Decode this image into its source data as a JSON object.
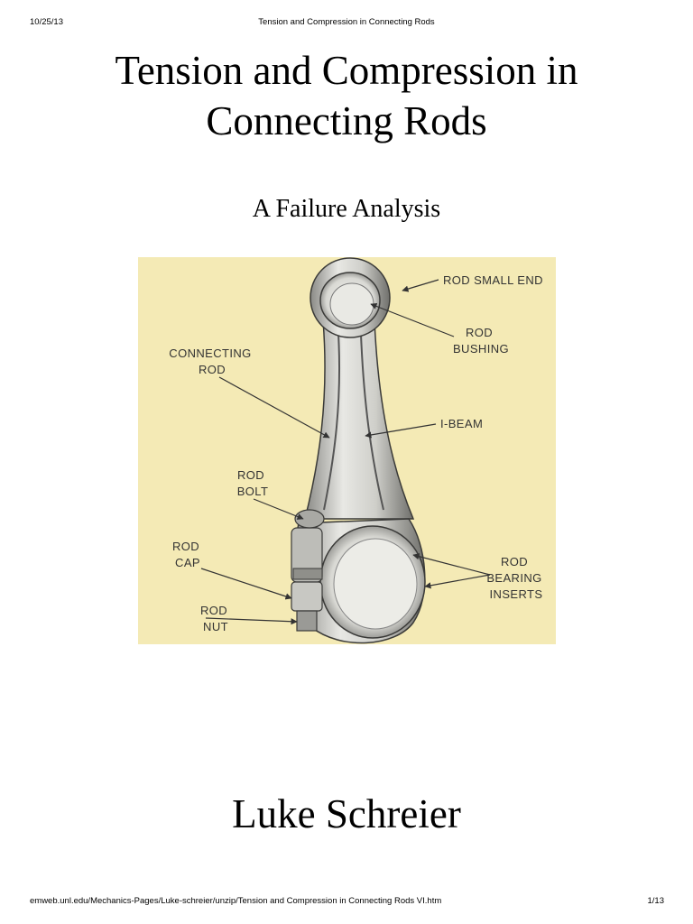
{
  "print_header": {
    "date": "10/25/13",
    "title": "Tension and Compression in Connecting Rods"
  },
  "title_lines": [
    "Tension and Compression in",
    "Connecting Rods"
  ],
  "subtitle": "A Failure Analysis",
  "figure": {
    "background_color": "#f4eab5",
    "labels": {
      "rod_small_end": [
        "ROD SMALL END"
      ],
      "rod_bushing": [
        "ROD",
        "BUSHING"
      ],
      "connecting_rod": [
        "CONNECTING",
        "ROD"
      ],
      "i_beam": [
        "I-BEAM"
      ],
      "rod_bolt": [
        "ROD",
        "BOLT"
      ],
      "rod_cap": [
        "ROD",
        "CAP"
      ],
      "rod_bearing_inserts": [
        "ROD",
        "BEARING",
        "INSERTS"
      ],
      "rod_nut": [
        "ROD",
        "NUT"
      ]
    }
  },
  "author": "Luke Schreier",
  "print_footer": {
    "url": "emweb.unl.edu/Mechanics-Pages/Luke-schreier/unzip/Tension and Compression in Connecting Rods VI.htm",
    "page": "1/13"
  }
}
